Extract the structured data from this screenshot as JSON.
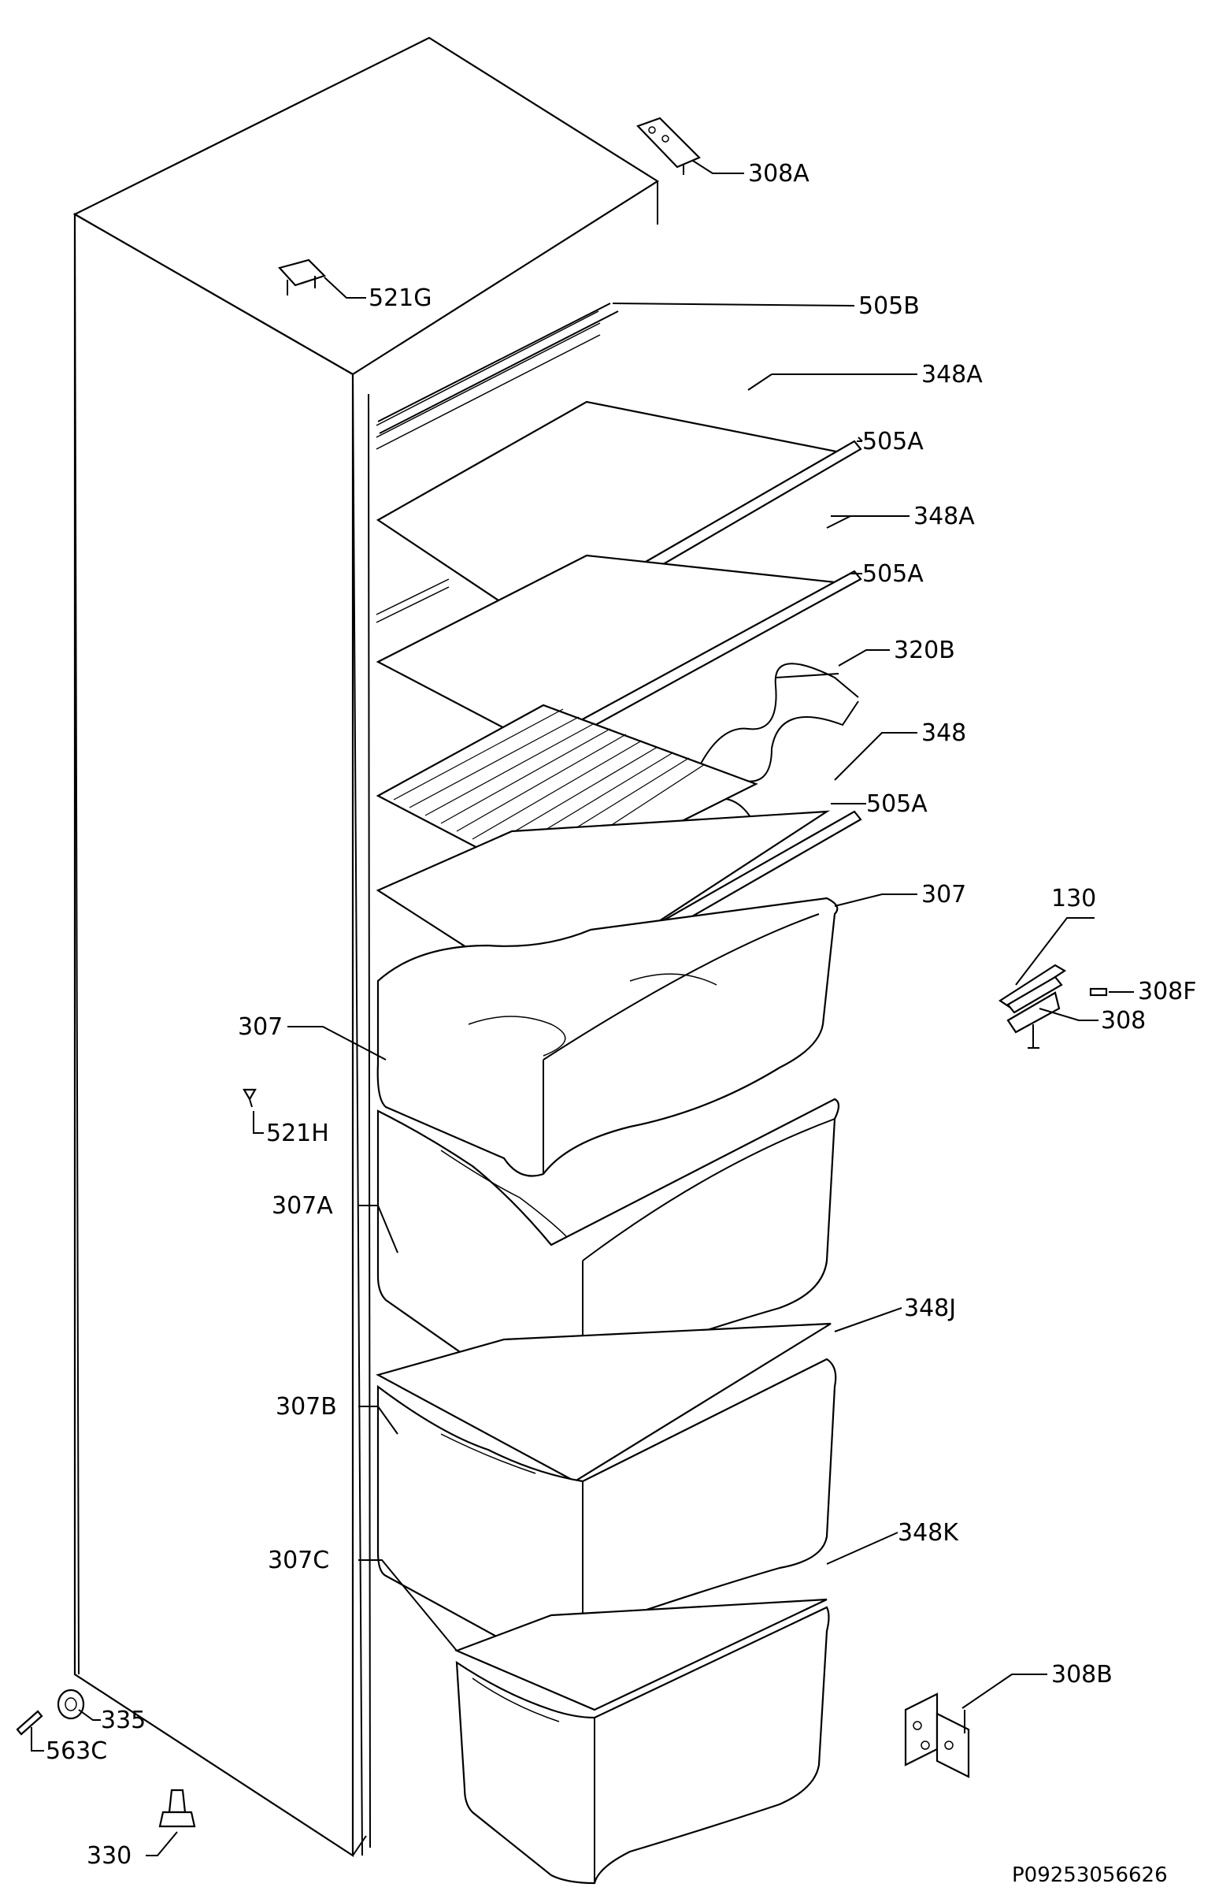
{
  "diagram": {
    "reference_code": "P09253056626",
    "labels": {
      "l308A": "308A",
      "l521G": "521G",
      "l505B": "505B",
      "l348A_1": "348A",
      "l505A_1": "505A",
      "l348A_2": "348A",
      "l505A_2": "505A",
      "l320B": "320B",
      "l348": "348",
      "l505A_3": "505A",
      "l307_r": "307",
      "l130": "130",
      "l308F": "308F",
      "l308": "308",
      "l307_l": "307",
      "l521H": "521H",
      "l307A": "307A",
      "l348J": "348J",
      "l307B": "307B",
      "l348K": "348K",
      "l307C": "307C",
      "l308B": "308B",
      "l335": "335",
      "l563C": "563C",
      "l330": "330"
    }
  }
}
